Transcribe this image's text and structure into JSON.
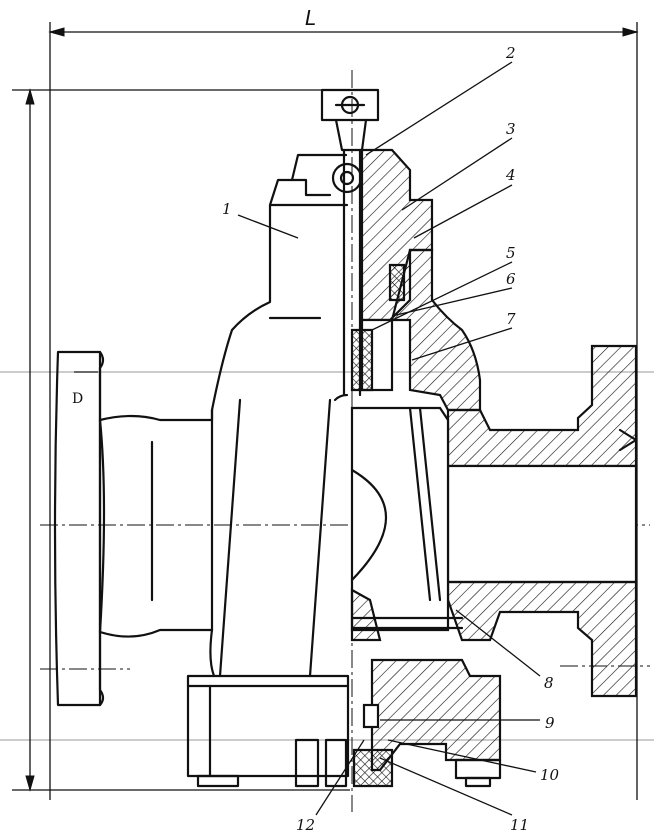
{
  "dimension": {
    "length_label": "L"
  },
  "callouts": [
    "1",
    "2",
    "3",
    "4",
    "5",
    "6",
    "7",
    "8",
    "9",
    "10",
    "11",
    "12"
  ],
  "colors": {
    "ink": "#111111",
    "paper": "#ffffff"
  }
}
